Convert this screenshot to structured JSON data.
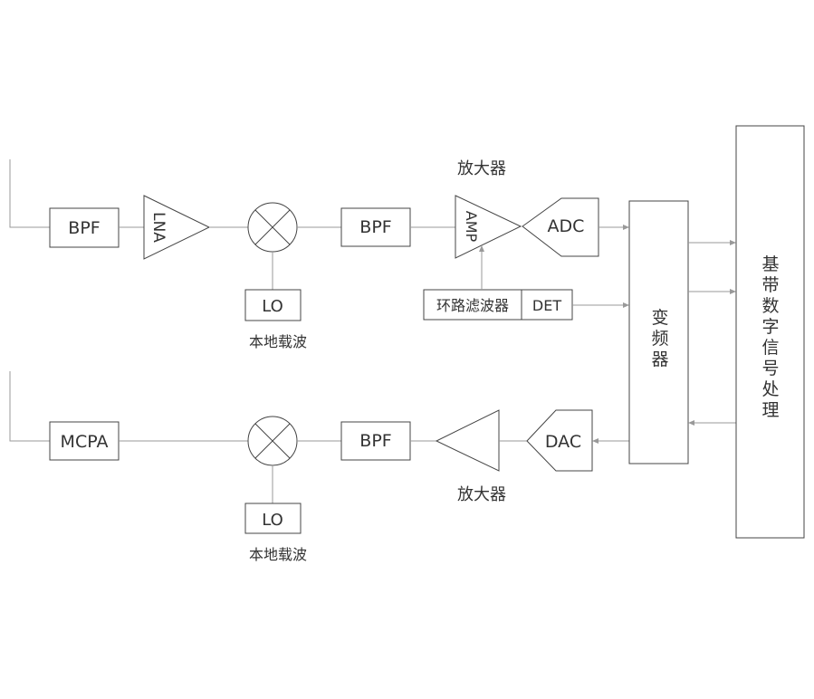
{
  "rx": {
    "bpf1": "BPF",
    "lna": "LNA",
    "bpf2": "BPF",
    "amp": "AMP",
    "amp_caption": "放大器",
    "adc": "ADC",
    "lo": "LO",
    "lo_caption": "本地载波",
    "loop_filter": "环路滤波器",
    "det": "DET"
  },
  "tx": {
    "mcpa": "MCPA",
    "bpf": "BPF",
    "amp_caption": "放大器",
    "dac": "DAC",
    "lo": "LO",
    "lo_caption": "本地载波"
  },
  "converter": [
    "变",
    "频",
    "器"
  ],
  "baseband": [
    "基",
    "带",
    "数",
    "字",
    "信",
    "号",
    "处",
    "理"
  ]
}
